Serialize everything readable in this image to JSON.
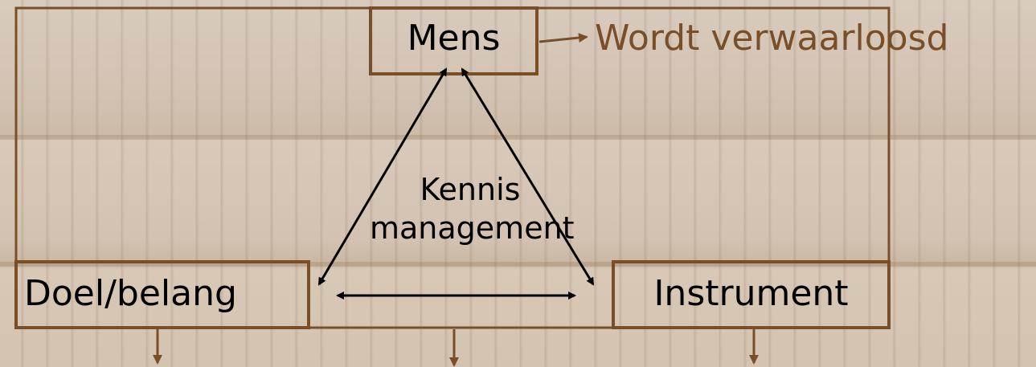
{
  "nodes": {
    "mens": "Mens",
    "doel": "Doel/belang",
    "instrument": "Instrument"
  },
  "center": {
    "line1": "Kennis",
    "line2": "management"
  },
  "note": "Wordt verwaarloosd",
  "colors": {
    "box_stroke": "#7a4f28",
    "arrow": "#000000",
    "note_text": "#7a4f28"
  }
}
